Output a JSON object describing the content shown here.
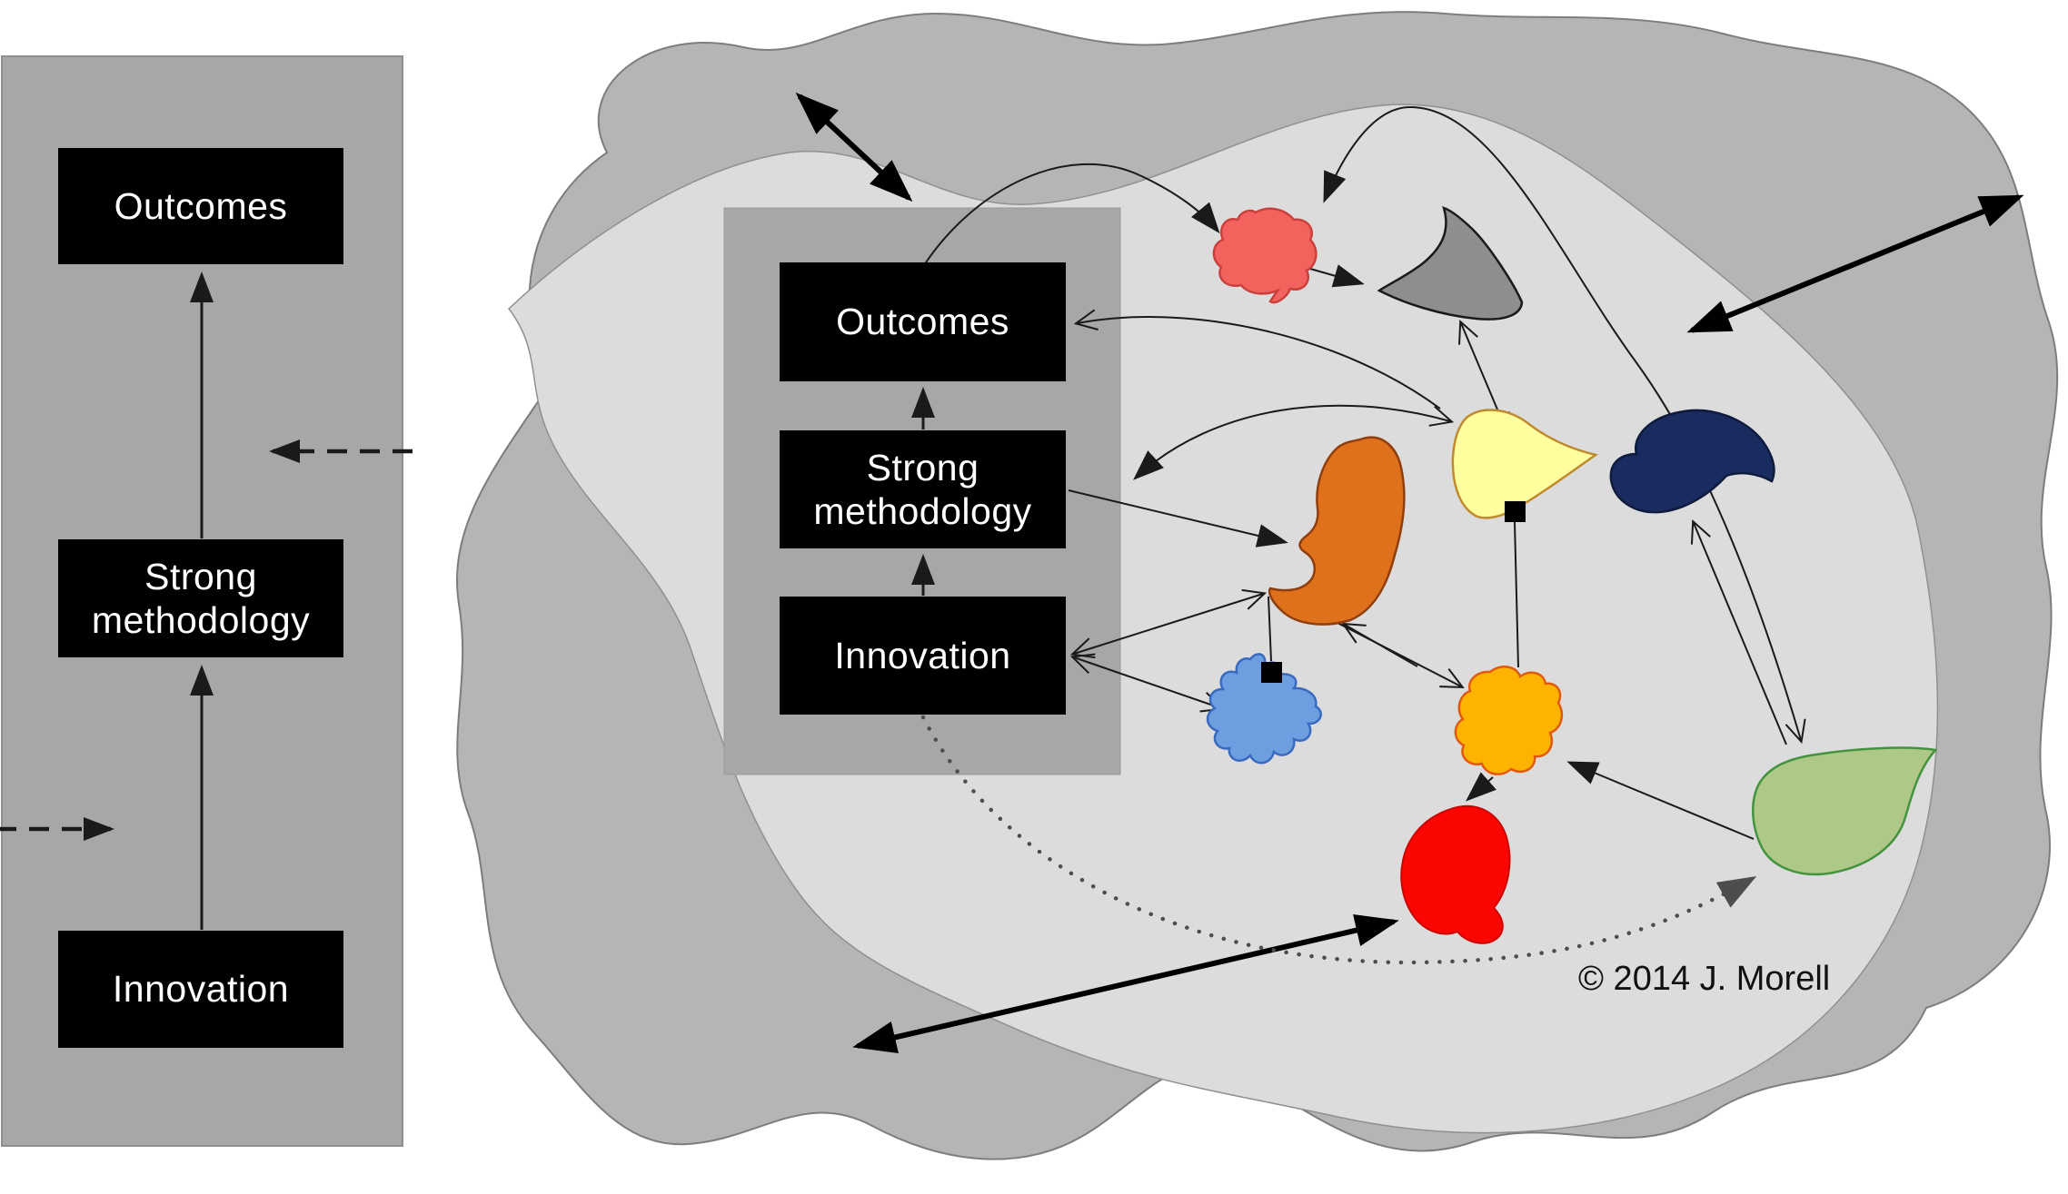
{
  "left_model": {
    "outcomes": "Outcomes",
    "strong_methodology": "Strong methodology",
    "innovation": "Innovation"
  },
  "system_model": {
    "outcomes": "Outcomes",
    "strong_methodology": "Strong methodology",
    "innovation": "Innovation"
  },
  "credit": "© 2014 J. Morell",
  "colors": {
    "background": "#ffffff",
    "box_fill": "#000000",
    "box_text": "#ffffff",
    "edge": "#1a1a1a",
    "dotted_edge": "#4d4d4d"
  },
  "shapes": {
    "outer_region": {
      "fill": "#b5b5b5",
      "stroke": "#7d7d7d"
    },
    "inner_region": {
      "fill": "#dcdcdc",
      "stroke": "#909090"
    },
    "left_panel": {
      "fill": "#a7a7a7",
      "stroke": "#8f8f8f"
    },
    "inner_panel": {
      "fill": "#a7a7a7",
      "stroke": "#9a9a9a"
    },
    "pink_blob": {
      "fill": "#f4625e",
      "stroke": "#c9403c"
    },
    "gray_triangle": {
      "fill": "#8e8e8e",
      "stroke": "#1a1a1a"
    },
    "yellow_blob": {
      "fill": "#ffffa0",
      "stroke": "#bf8a2e"
    },
    "navy_blob": {
      "fill": "#1a2b5f",
      "stroke": "#0e1b3d"
    },
    "orange_blob": {
      "fill": "#e0711c",
      "stroke": "#8f3f0e"
    },
    "blue_blob": {
      "fill": "#6d9ee0",
      "stroke": "#3a6abf"
    },
    "amber_blob": {
      "fill": "#ffb301",
      "stroke": "#e05a0c"
    },
    "red_blob": {
      "fill": "#fb0500",
      "stroke": "#cc0400"
    },
    "green_blob": {
      "fill": "#aec887",
      "stroke": "#44933e"
    },
    "connector_square": {
      "fill": "#000000"
    }
  }
}
